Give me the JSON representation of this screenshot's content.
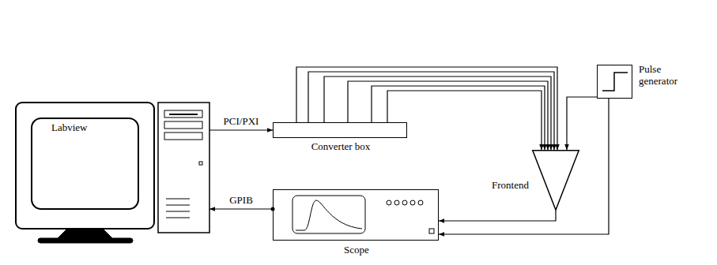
{
  "diagram": {
    "nodes": [
      {
        "text": [
          "Labview"
        ]
      },
      {
        "text": [
          "Converter box"
        ]
      },
      {
        "text": [
          "Pulse generator"
        ]
      },
      {
        "text": [
          "Frontend"
        ]
      },
      {
        "text": [
          "Scope"
        ]
      }
    ],
    "edges": [
      {
        "from": 0,
        "to": 1,
        "label": "PCI/PXI",
        "arrow": "to"
      },
      {
        "from": 1,
        "to": 3,
        "arrow": "to"
      },
      {
        "from": 1,
        "to": 3,
        "arrow": "to"
      },
      {
        "from": 1,
        "to": 3,
        "arrow": "to"
      },
      {
        "from": 1,
        "to": 3,
        "arrow": "to"
      },
      {
        "from": 1,
        "to": 3,
        "arrow": "to"
      },
      {
        "from": 1,
        "to": 3,
        "arrow": "to"
      },
      {
        "from": 2,
        "to": 3,
        "arrow": "to"
      },
      {
        "from": 2,
        "to": 4,
        "arrow": "to"
      },
      {
        "from": 3,
        "to": 4,
        "arrow": "to"
      },
      {
        "from": 4,
        "to": 0,
        "label": "GPIB",
        "arrow": "to"
      }
    ]
  }
}
